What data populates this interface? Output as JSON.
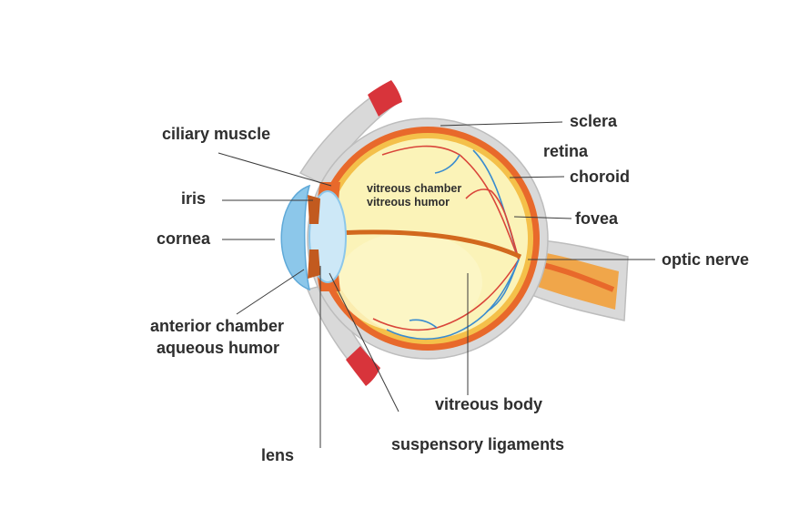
{
  "colors": {
    "vitreous": "#fbf3b8",
    "vitreous_edge": "#f4e27c",
    "choroid": "#e8692b",
    "sclera": "#d9d9d9",
    "muscle": "#d8343b",
    "cornea": "#8cc7ea",
    "lens": "#cde8f7",
    "vessel_red": "#d9453a",
    "vessel_blue": "#3a8ccf",
    "leader_line": "#3a3a3a"
  },
  "labels": {
    "sclera": "sclera",
    "retina": "retina",
    "choroid": "choroid",
    "fovea": "fovea",
    "optic_nerve": "optic nerve",
    "ciliary_muscle": "ciliary muscle",
    "iris": "iris",
    "cornea": "cornea",
    "anterior_chamber": "anterior chamber",
    "aqueous_humor": "aqueous humor",
    "lens": "lens",
    "suspensory_ligaments": "suspensory ligaments",
    "vitreous_body": "vitreous body",
    "vitreous_chamber": "vitreous chamber",
    "vitreous_humor": "vitreous humor"
  }
}
